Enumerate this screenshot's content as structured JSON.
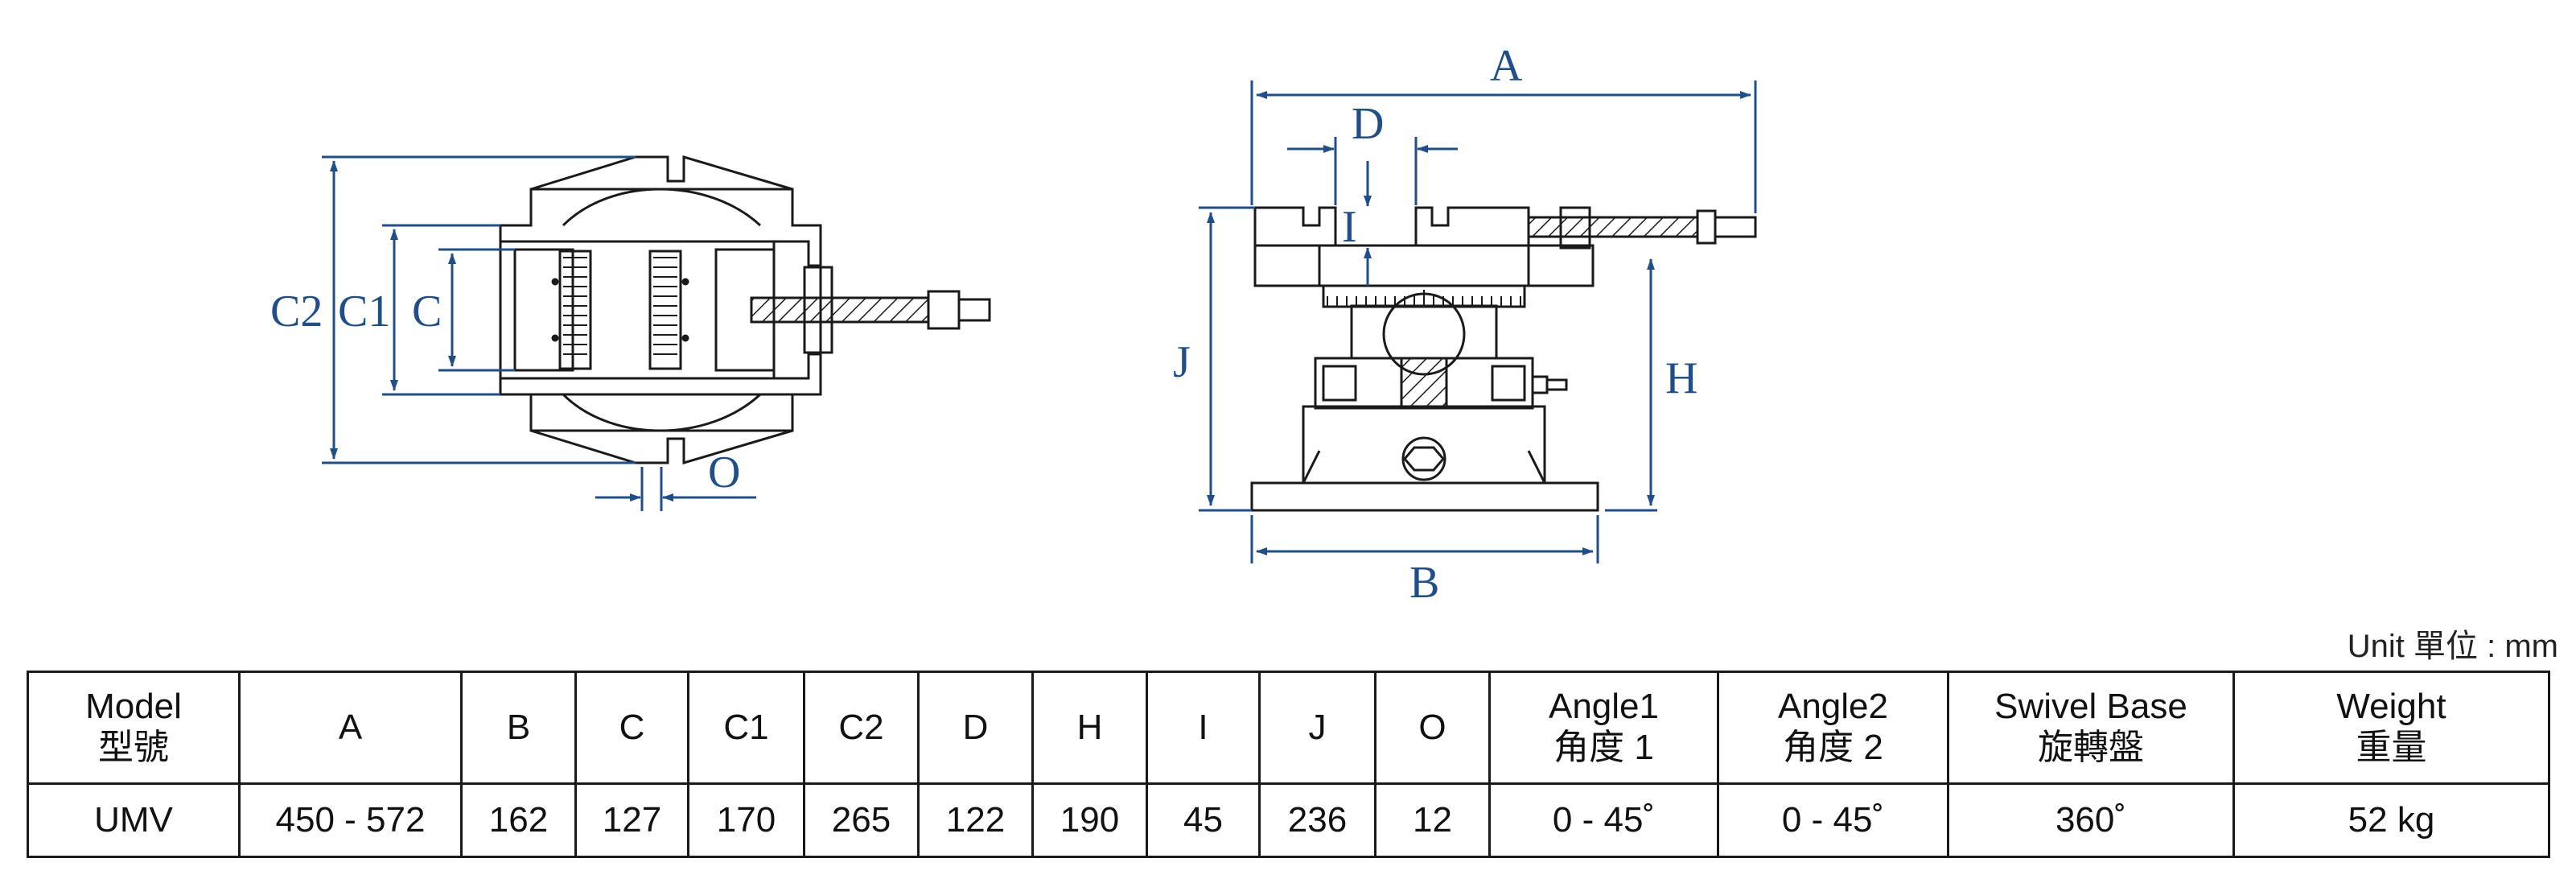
{
  "colors": {
    "dimension": "#1f4e8c",
    "line": "#1a1a1a"
  },
  "drawing": {
    "top_view_labels": {
      "c2": "C2",
      "c1": "C1",
      "c": "C",
      "o": "O"
    },
    "side_view_labels": {
      "a": "A",
      "d": "D",
      "i": "I",
      "j": "J",
      "h": "H",
      "b": "B"
    }
  },
  "unit_label": "Unit 單位 : mm",
  "table": {
    "headers": [
      {
        "en": "Model",
        "zh": "型號"
      },
      {
        "en": "A",
        "zh": ""
      },
      {
        "en": "B",
        "zh": ""
      },
      {
        "en": "C",
        "zh": ""
      },
      {
        "en": "C1",
        "zh": ""
      },
      {
        "en": "C2",
        "zh": ""
      },
      {
        "en": "D",
        "zh": ""
      },
      {
        "en": "H",
        "zh": ""
      },
      {
        "en": "I",
        "zh": ""
      },
      {
        "en": "J",
        "zh": ""
      },
      {
        "en": "O",
        "zh": ""
      },
      {
        "en": "Angle1",
        "zh": "角度 1"
      },
      {
        "en": "Angle2",
        "zh": "角度 2"
      },
      {
        "en": "Swivel Base",
        "zh": "旋轉盤"
      },
      {
        "en": "Weight",
        "zh": "重量"
      }
    ],
    "rows": [
      [
        "UMV",
        "450 - 572",
        "162",
        "127",
        "170",
        "265",
        "122",
        "190",
        "45",
        "236",
        "12",
        "0 - 45˚",
        "0 - 45˚",
        "360˚",
        "52 kg"
      ]
    ]
  }
}
